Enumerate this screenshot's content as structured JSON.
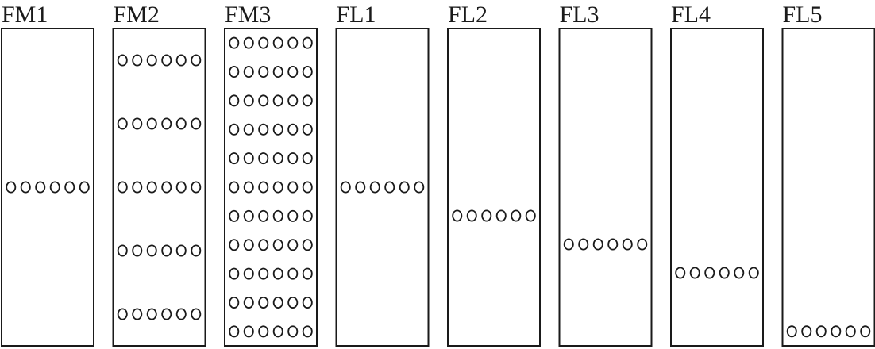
{
  "panels": [
    {
      "label": "FM1",
      "rows": [
        0.5
      ]
    },
    {
      "label": "FM2",
      "rows": [
        0.1,
        0.3,
        0.5,
        0.7,
        0.9
      ]
    },
    {
      "label": "FM3",
      "rows": [
        0.04545,
        0.13636,
        0.22727,
        0.31818,
        0.40909,
        0.5,
        0.59091,
        0.68182,
        0.77273,
        0.86364,
        0.95455
      ]
    },
    {
      "label": "FL1",
      "rows": [
        0.5
      ]
    },
    {
      "label": "FL2",
      "rows": [
        0.59
      ]
    },
    {
      "label": "FL3",
      "rows": [
        0.68
      ]
    },
    {
      "label": "FL4",
      "rows": [
        0.77
      ]
    },
    {
      "label": "FL5",
      "rows": [
        0.9545
      ]
    }
  ],
  "holes_per_row": 6,
  "colors": {
    "stroke": "#1a1a1a",
    "background": "#ffffff"
  }
}
